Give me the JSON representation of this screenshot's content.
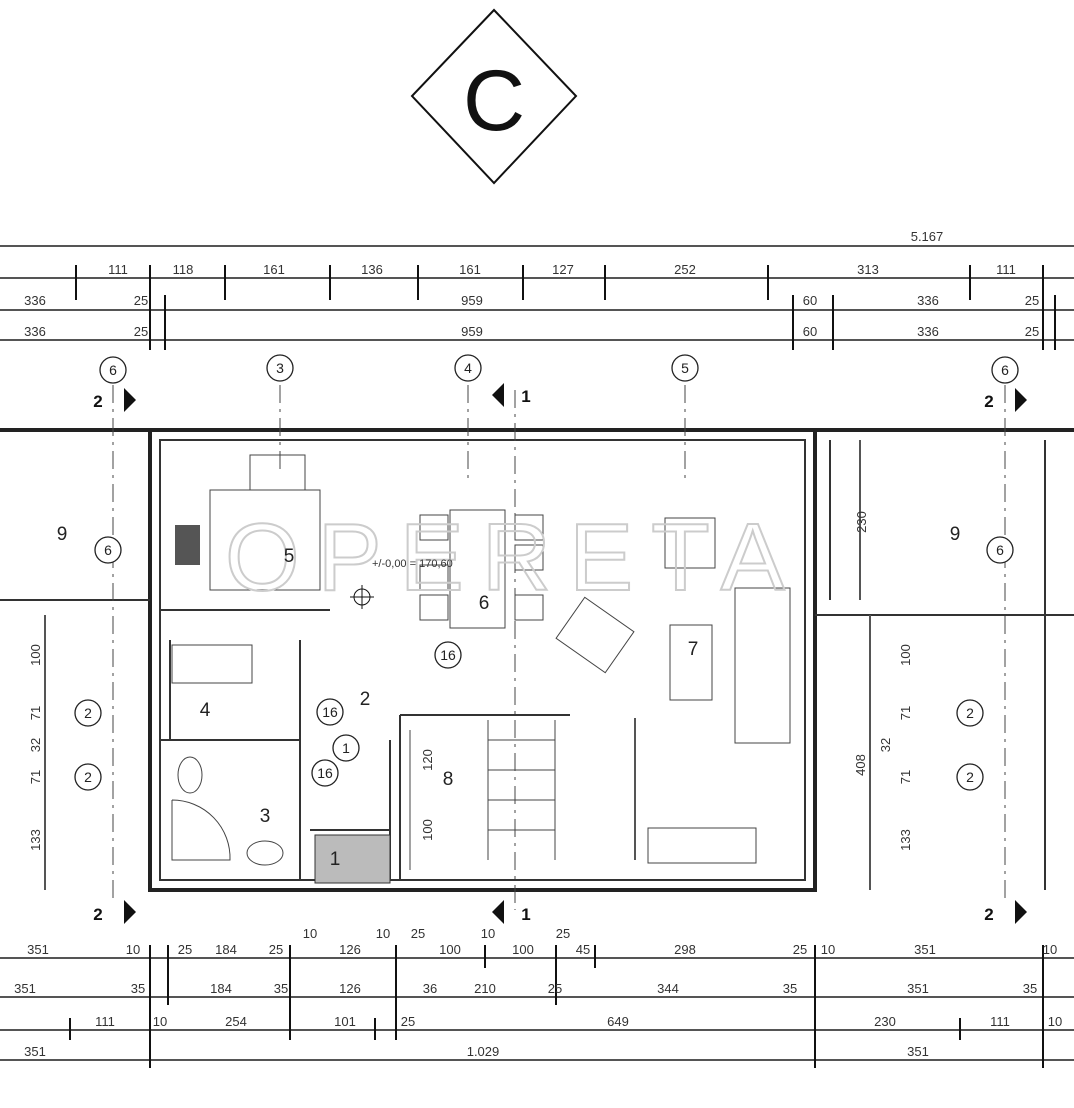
{
  "title": "C",
  "total_length": "5.167",
  "level_note": "+/-0,00 = 170,60",
  "watermark": "OPERETA",
  "top_dims": {
    "row1": [
      "111",
      "118",
      "161",
      "136",
      "161",
      "127",
      "252",
      "313",
      "111"
    ],
    "row2": [
      "336",
      "25",
      "959",
      "60",
      "336",
      "25"
    ],
    "row3": [
      "336",
      "25",
      "959",
      "60",
      "336",
      "25"
    ]
  },
  "bottom_dims": {
    "row1": [
      "351",
      "10",
      "25",
      "184",
      "25",
      "10",
      "126",
      "10",
      "25",
      "100",
      "10",
      "100",
      "25",
      "45",
      "298",
      "25",
      "10",
      "351",
      "10"
    ],
    "row2": [
      "351",
      "35",
      "184",
      "35",
      "126",
      "36",
      "210",
      "25",
      "344",
      "35",
      "351",
      "35"
    ],
    "row3": [
      "111",
      "10",
      "254",
      "101",
      "25",
      "649",
      "230",
      "111",
      "10"
    ],
    "row4": [
      "351",
      "1.029",
      "351"
    ]
  },
  "rooms": [
    "9",
    "5",
    "6",
    "7",
    "2",
    "4",
    "3",
    "8",
    "1",
    "9"
  ],
  "axes": [
    "6",
    "3",
    "4",
    "5",
    "6",
    "6",
    "6",
    "2",
    "2",
    "2",
    "2",
    "16",
    "16",
    "1",
    "16"
  ],
  "sections": [
    "2",
    "2",
    "2",
    "2",
    "1",
    "1"
  ],
  "side_dims": [
    "100",
    "71",
    "32",
    "71",
    "133",
    "408",
    "100",
    "71",
    "32",
    "71",
    "133",
    "230",
    "120",
    "100"
  ]
}
